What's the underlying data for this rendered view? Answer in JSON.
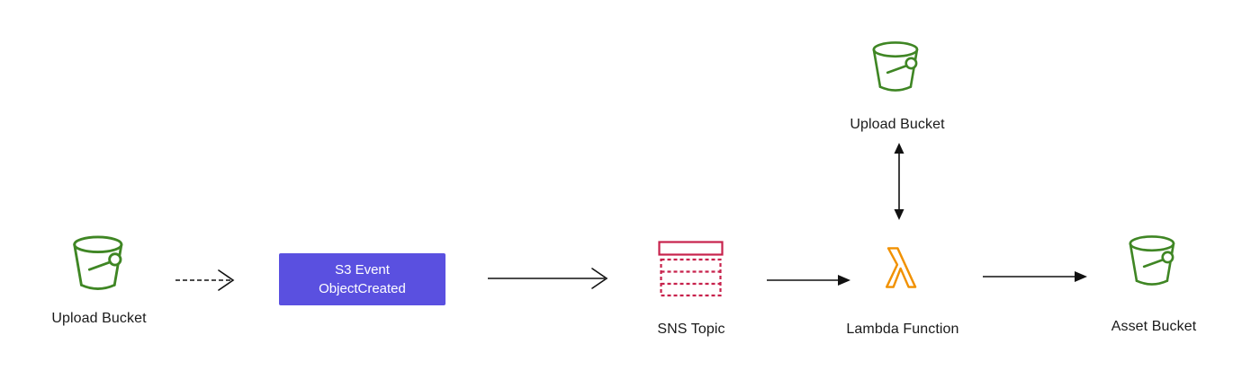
{
  "diagram": {
    "nodes": {
      "upload_bucket_left": {
        "label": "Upload Bucket",
        "icon": "s3-bucket"
      },
      "s3_event": {
        "line1": "S3 Event",
        "line2": "ObjectCreated"
      },
      "sns_topic": {
        "label": "SNS Topic",
        "icon": "sns-topic"
      },
      "lambda_function": {
        "label": "Lambda Function",
        "icon": "lambda"
      },
      "upload_bucket_top": {
        "label": "Upload Bucket",
        "icon": "s3-bucket"
      },
      "asset_bucket": {
        "label": "Asset Bucket",
        "icon": "s3-bucket"
      }
    },
    "edges": [
      {
        "from": "upload_bucket_left",
        "to": "s3_event",
        "style": "dashed",
        "direction": "right"
      },
      {
        "from": "s3_event",
        "to": "sns_topic",
        "style": "solid",
        "direction": "right"
      },
      {
        "from": "sns_topic",
        "to": "lambda_function",
        "style": "solid",
        "direction": "right"
      },
      {
        "from": "lambda_function",
        "to": "upload_bucket_top",
        "style": "solid",
        "direction": "both"
      },
      {
        "from": "lambda_function",
        "to": "asset_bucket",
        "style": "solid",
        "direction": "right"
      }
    ],
    "colors": {
      "bucket_green": "#3F8624",
      "event_box_purple": "#5A50E0",
      "sns_crimson": "#C7224C",
      "lambda_orange": "#F19100",
      "arrow_black": "#111111",
      "text": "#1A1A1A",
      "background": "#FFFFFF"
    }
  }
}
